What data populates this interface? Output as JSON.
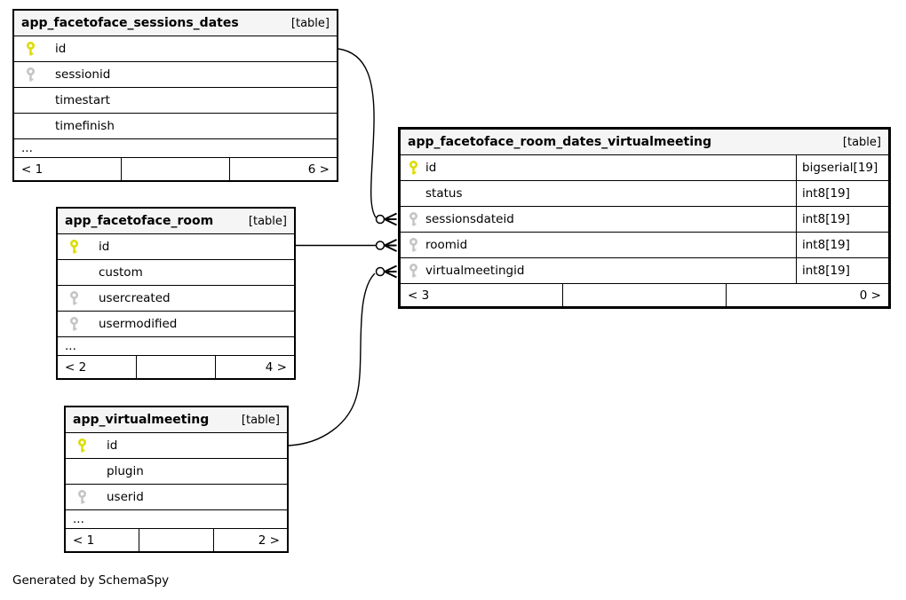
{
  "footer_note": "Generated by SchemaSpy",
  "colors": {
    "primary_key_icon": "#dcdc00",
    "foreign_key_icon": "#c4c4c4",
    "table_header_bg": "#f5f5f5",
    "border": "#000000"
  },
  "tables": [
    {
      "name": "app_facetoface_sessions_dates",
      "tag": "[table]",
      "rows": [
        {
          "name": "id",
          "key": "primary"
        },
        {
          "name": "sessionid",
          "key": "foreign"
        },
        {
          "name": "timestart",
          "key": "none"
        },
        {
          "name": "timefinish",
          "key": "none"
        }
      ],
      "more": "...",
      "pager": {
        "left": "< 1",
        "right": "6 >"
      }
    },
    {
      "name": "app_facetoface_room",
      "tag": "[table]",
      "rows": [
        {
          "name": "id",
          "key": "primary"
        },
        {
          "name": "custom",
          "key": "none"
        },
        {
          "name": "usercreated",
          "key": "foreign"
        },
        {
          "name": "usermodified",
          "key": "foreign"
        }
      ],
      "more": "...",
      "pager": {
        "left": "< 2",
        "right": "4 >"
      }
    },
    {
      "name": "app_virtualmeeting",
      "tag": "[table]",
      "rows": [
        {
          "name": "id",
          "key": "primary"
        },
        {
          "name": "plugin",
          "key": "none"
        },
        {
          "name": "userid",
          "key": "foreign"
        }
      ],
      "more": "...",
      "pager": {
        "left": "< 1",
        "right": "2 >"
      }
    },
    {
      "name": "app_facetoface_room_dates_virtualmeeting",
      "tag": "[table]",
      "rows": [
        {
          "name": "id",
          "key": "primary",
          "type": "bigserial[19]"
        },
        {
          "name": "status",
          "key": "none",
          "type": "int8[19]"
        },
        {
          "name": "sessionsdateid",
          "key": "foreign",
          "type": "int8[19]"
        },
        {
          "name": "roomid",
          "key": "foreign",
          "type": "int8[19]"
        },
        {
          "name": "virtualmeetingid",
          "key": "foreign",
          "type": "int8[19]"
        }
      ],
      "pager": {
        "left": "< 3",
        "right": "0 >"
      }
    }
  ],
  "relationships": [
    {
      "from": "app_facetoface_sessions_dates.id",
      "to": "app_facetoface_room_dates_virtualmeeting.sessionsdateid"
    },
    {
      "from": "app_facetoface_room.id",
      "to": "app_facetoface_room_dates_virtualmeeting.roomid"
    },
    {
      "from": "app_virtualmeeting.id",
      "to": "app_facetoface_room_dates_virtualmeeting.virtualmeetingid"
    }
  ]
}
